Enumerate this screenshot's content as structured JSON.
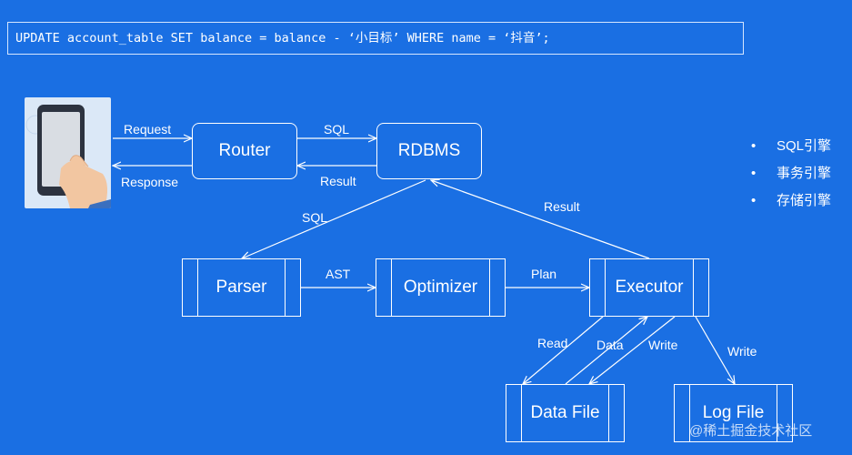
{
  "sql_statement": "UPDATE account_table SET balance = balance - ‘小目标’ WHERE name = ‘抖音’;",
  "nodes": {
    "router": "Router",
    "rdbms": "RDBMS",
    "parser": "Parser",
    "optimizer": "Optimizer",
    "executor": "Executor",
    "data_file": "Data File",
    "log_file": "Log File"
  },
  "edge_labels": {
    "request": "Request",
    "response": "Response",
    "sql_router_rdbms": "SQL",
    "result_rdbms_router": "Result",
    "sql_rdbms_parser": "SQL",
    "result_executor_rdbms": "Result",
    "ast": "AST",
    "plan": "Plan",
    "read": "Read",
    "data": "Data",
    "write_data": "Write",
    "write_log": "Write"
  },
  "engine_list": [
    "SQL引擎",
    "事务引擎",
    "存储引擎"
  ],
  "watermark": "@稀土掘金技术社区",
  "colors": {
    "background": "#1a6fe3",
    "foreground": "#ffffff"
  }
}
